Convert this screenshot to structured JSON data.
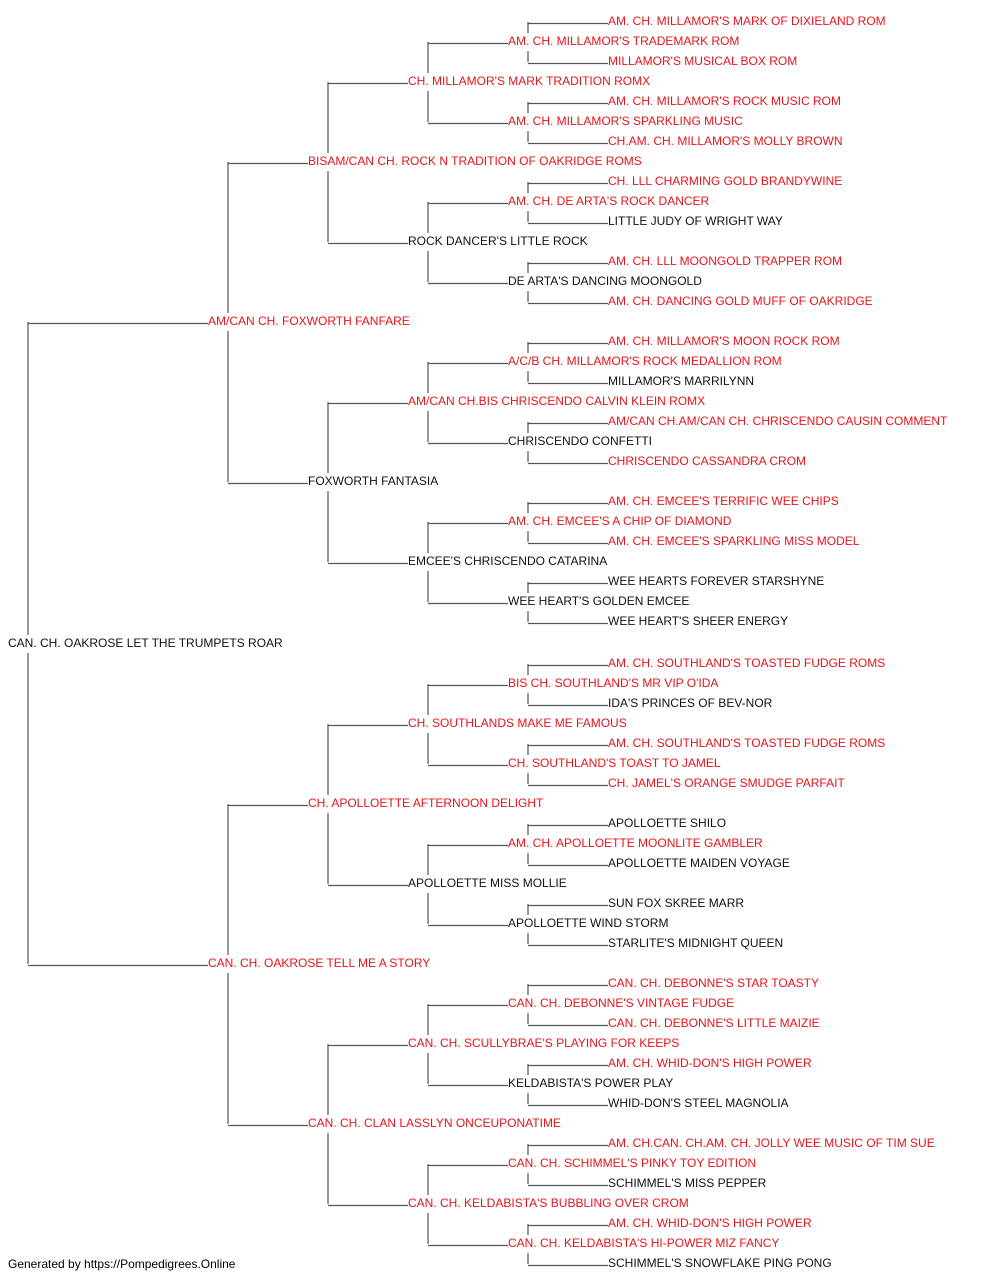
{
  "colors": {
    "champion": "#e8141a",
    "normal": "#111111",
    "line": "#555555"
  },
  "footer": "Generated by https://Pompedigrees.Online",
  "pedigree": {
    "name": "CAN. CH. OAKROSE LET THE TRUMPETS ROAR",
    "champion": false,
    "sire": {
      "name": "AM/CAN CH. FOXWORTH FANFARE",
      "champion": true,
      "sire": {
        "name": "BISAM/CAN CH. ROCK N TRADITION OF OAKRIDGE ROMS",
        "champion": true,
        "sire": {
          "name": "CH. MILLAMOR'S MARK TRADITION ROMX",
          "champion": true,
          "sire": {
            "name": "AM. CH. MILLAMOR'S TRADEMARK ROM",
            "champion": true,
            "sire": {
              "name": "AM. CH. MILLAMOR'S MARK OF DIXIELAND ROM",
              "champion": true
            },
            "dam": {
              "name": "MILLAMOR'S MUSICAL BOX ROM",
              "champion": true
            }
          },
          "dam": {
            "name": "AM. CH. MILLAMOR'S SPARKLING MUSIC",
            "champion": true,
            "sire": {
              "name": "AM. CH. MILLAMOR'S ROCK MUSIC ROM",
              "champion": true
            },
            "dam": {
              "name": "CH.AM. CH. MILLAMOR'S MOLLY BROWN",
              "champion": true
            }
          }
        },
        "dam": {
          "name": "ROCK DANCER'S LITTLE ROCK",
          "champion": false,
          "sire": {
            "name": "AM. CH. DE ARTA'S ROCK DANCER",
            "champion": true,
            "sire": {
              "name": "CH. LLL CHARMING GOLD BRANDYWINE",
              "champion": true
            },
            "dam": {
              "name": "LITTLE JUDY OF WRIGHT WAY",
              "champion": false
            }
          },
          "dam": {
            "name": "DE ARTA'S DANCING MOONGOLD",
            "champion": false,
            "sire": {
              "name": "AM. CH. LLL MOONGOLD TRAPPER ROM",
              "champion": true
            },
            "dam": {
              "name": "AM. CH. DANCING GOLD MUFF OF OAKRIDGE",
              "champion": true
            }
          }
        }
      },
      "dam": {
        "name": "FOXWORTH FANTASIA",
        "champion": false,
        "sire": {
          "name": "AM/CAN CH.BIS CHRISCENDO CALVIN KLEIN ROMX",
          "champion": true,
          "sire": {
            "name": "A/C/B CH. MILLAMOR'S ROCK MEDALLION ROM",
            "champion": true,
            "sire": {
              "name": "AM. CH. MILLAMOR'S MOON ROCK ROM",
              "champion": true
            },
            "dam": {
              "name": "MILLAMOR'S MARRILYNN",
              "champion": false
            }
          },
          "dam": {
            "name": "CHRISCENDO CONFETTI",
            "champion": false,
            "sire": {
              "name": "AM/CAN CH.AM/CAN CH. CHRISCENDO CAUSIN COMMENT",
              "champion": true
            },
            "dam": {
              "name": "CHRISCENDO CASSANDRA CROM",
              "champion": true
            }
          }
        },
        "dam": {
          "name": "EMCEE'S CHRISCENDO CATARINA",
          "champion": false,
          "sire": {
            "name": "AM. CH. EMCEE'S A CHIP OF DIAMOND",
            "champion": true,
            "sire": {
              "name": "AM. CH. EMCEE'S TERRIFIC WEE CHIPS",
              "champion": true
            },
            "dam": {
              "name": "AM. CH. EMCEE'S SPARKLING MISS MODEL",
              "champion": true
            }
          },
          "dam": {
            "name": "WEE HEART'S GOLDEN EMCEE",
            "champion": false,
            "sire": {
              "name": "WEE HEARTS FOREVER STARSHYNE",
              "champion": false
            },
            "dam": {
              "name": "WEE HEART'S SHEER ENERGY",
              "champion": false
            }
          }
        }
      }
    },
    "dam": {
      "name": "CAN. CH. OAKROSE TELL ME A STORY",
      "champion": true,
      "sire": {
        "name": "CH. APOLLOETTE AFTERNOON DELIGHT",
        "champion": true,
        "sire": {
          "name": "CH. SOUTHLANDS MAKE ME FAMOUS",
          "champion": true,
          "sire": {
            "name": "BIS CH. SOUTHLAND'S MR VIP O'IDA",
            "champion": true,
            "sire": {
              "name": "AM. CH. SOUTHLAND'S TOASTED FUDGE ROMS",
              "champion": true
            },
            "dam": {
              "name": "IDA'S PRINCES OF BEV-NOR",
              "champion": false
            }
          },
          "dam": {
            "name": "CH. SOUTHLAND'S TOAST TO JAMEL",
            "champion": true,
            "sire": {
              "name": "AM. CH. SOUTHLAND'S TOASTED FUDGE ROMS",
              "champion": true
            },
            "dam": {
              "name": "CH. JAMEL'S ORANGE SMUDGE PARFAIT",
              "champion": true
            }
          }
        },
        "dam": {
          "name": "APOLLOETTE MISS MOLLIE",
          "champion": false,
          "sire": {
            "name": "AM. CH. APOLLOETTE MOONLITE GAMBLER",
            "champion": true,
            "sire": {
              "name": "APOLLOETTE SHILO",
              "champion": false
            },
            "dam": {
              "name": "APOLLOETTE MAIDEN VOYAGE",
              "champion": false
            }
          },
          "dam": {
            "name": "APOLLOETTE WIND STORM",
            "champion": false,
            "sire": {
              "name": "SUN FOX SKREE MARR",
              "champion": false
            },
            "dam": {
              "name": "STARLITE'S MIDNIGHT QUEEN",
              "champion": false
            }
          }
        }
      },
      "dam": {
        "name": "CAN. CH. CLAN LASSLYN ONCEUPONATIME",
        "champion": true,
        "sire": {
          "name": "CAN. CH. SCULLYBRAE'S PLAYING FOR KEEPS",
          "champion": true,
          "sire": {
            "name": "CAN. CH. DEBONNE'S VINTAGE FUDGE",
            "champion": true,
            "sire": {
              "name": "CAN. CH. DEBONNE'S STAR TOASTY",
              "champion": true
            },
            "dam": {
              "name": "CAN. CH. DEBONNE'S LITTLE MAIZIE",
              "champion": true
            }
          },
          "dam": {
            "name": "KELDABISTA'S POWER PLAY",
            "champion": false,
            "sire": {
              "name": "AM. CH. WHID-DON'S HIGH POWER",
              "champion": true
            },
            "dam": {
              "name": "WHID-DON'S STEEL MAGNOLIA",
              "champion": false
            }
          }
        },
        "dam": {
          "name": "CAN. CH. KELDABISTA'S BUBBLING OVER CROM",
          "champion": true,
          "sire": {
            "name": "CAN. CH. SCHIMMEL'S PINKY TOY EDITION",
            "champion": true,
            "sire": {
              "name": "AM. CH.CAN. CH.AM. CH. JOLLY WEE MUSIC OF TIM SUE",
              "champion": true
            },
            "dam": {
              "name": "SCHIMMEL'S MISS PEPPER",
              "champion": false
            }
          },
          "dam": {
            "name": "CAN. CH. KELDABISTA'S HI-POWER MIZ FANCY",
            "champion": true,
            "sire": {
              "name": "AM. CH. WHID-DON'S HIGH POWER",
              "champion": true
            },
            "dam": {
              "name": "SCHIMMEL'S SNOWFLAKE PING PONG",
              "champion": false
            }
          }
        }
      }
    }
  }
}
